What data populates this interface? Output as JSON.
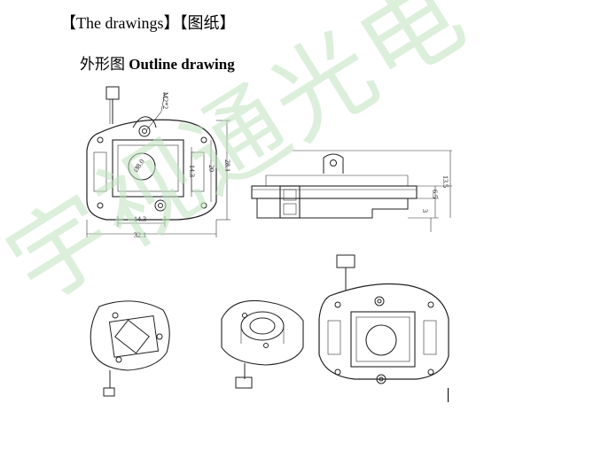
{
  "document": {
    "heading": "【The drawings】【图纸】",
    "subheading_cn": "外形图",
    "subheading_en": "Outline drawing"
  },
  "watermark": "宇视通光电",
  "drawing": {
    "front_view": {
      "screw_label": "M2*2",
      "hole_label": "Ø8.0",
      "dim_inner_height": "14.3",
      "dim_height": "20",
      "dim_outer_height": "28.1",
      "dim_inner_width": "14.3",
      "dim_outer_width": "32.1"
    },
    "side_view": {
      "dim_total": "13.5",
      "dim_mid": "6.5",
      "dim_base": "3"
    }
  }
}
